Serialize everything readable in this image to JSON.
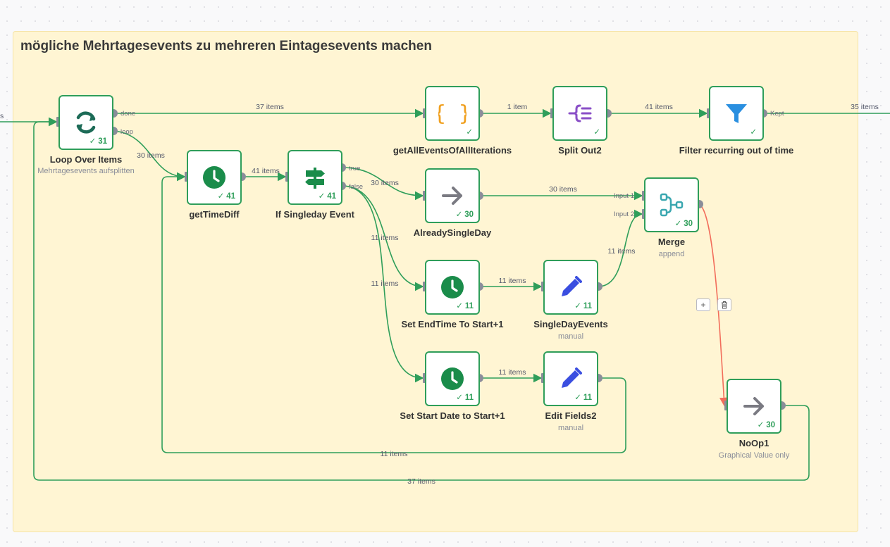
{
  "sticky": {
    "title": "mögliche Mehrtagesevents zu mehreren Eintagesevents machen"
  },
  "nodes": {
    "loop": {
      "label": "Loop Over Items",
      "subtitle": "Mehrtagesevents aufsplitten",
      "count": "31",
      "ports": {
        "done": "done",
        "loop": "loop"
      }
    },
    "getTimeDiff": {
      "label": "getTimeDiff",
      "count": "41"
    },
    "ifSingle": {
      "label": "If Singleday Event",
      "count": "41",
      "ports": {
        "true": "true",
        "false": "false"
      }
    },
    "getAll": {
      "label": "getAllEventsOfAllIterations"
    },
    "splitOut": {
      "label": "Split Out2"
    },
    "filter": {
      "label": "Filter recurring out of time",
      "ports": {
        "kept": "Kept"
      }
    },
    "already": {
      "label": "AlreadySingleDay",
      "count": "30"
    },
    "merge": {
      "label": "Merge",
      "subtitle": "append",
      "count": "30",
      "ports": {
        "in1": "Input 1",
        "in2": "Input 2"
      }
    },
    "setEnd": {
      "label": "Set EndTime To Start+1",
      "count": "11"
    },
    "singleDay": {
      "label": "SingleDayEvents",
      "subtitle": "manual",
      "count": "11"
    },
    "setStart": {
      "label": "Set Start Date to Start+1",
      "count": "11"
    },
    "editFields": {
      "label": "Edit Fields2",
      "subtitle": "manual",
      "count": "11"
    },
    "noop": {
      "label": "NoOp1",
      "subtitle": "Graphical Value only",
      "count": "30"
    }
  },
  "edges": {
    "in_left": "s",
    "done_getAll": "37 items",
    "getAll_split": "1 item",
    "split_filter": "41 items",
    "filter_out": "35 items",
    "loop_getTime": "30 items",
    "getTime_if": "41 items",
    "true_already": "30 items",
    "false_setEnd": "11 items",
    "false_setStart": "11 items",
    "already_merge": "30 items",
    "setEnd_single": "11 items",
    "single_merge": "11 items",
    "setStart_edit": "11 items",
    "edit_back": "11 items",
    "noop_back": "37 items"
  },
  "toolbar": {
    "add": "+",
    "delete": "🗑"
  },
  "colors": {
    "success": "#2f9e5a",
    "selected_edge": "#f26d5b"
  }
}
